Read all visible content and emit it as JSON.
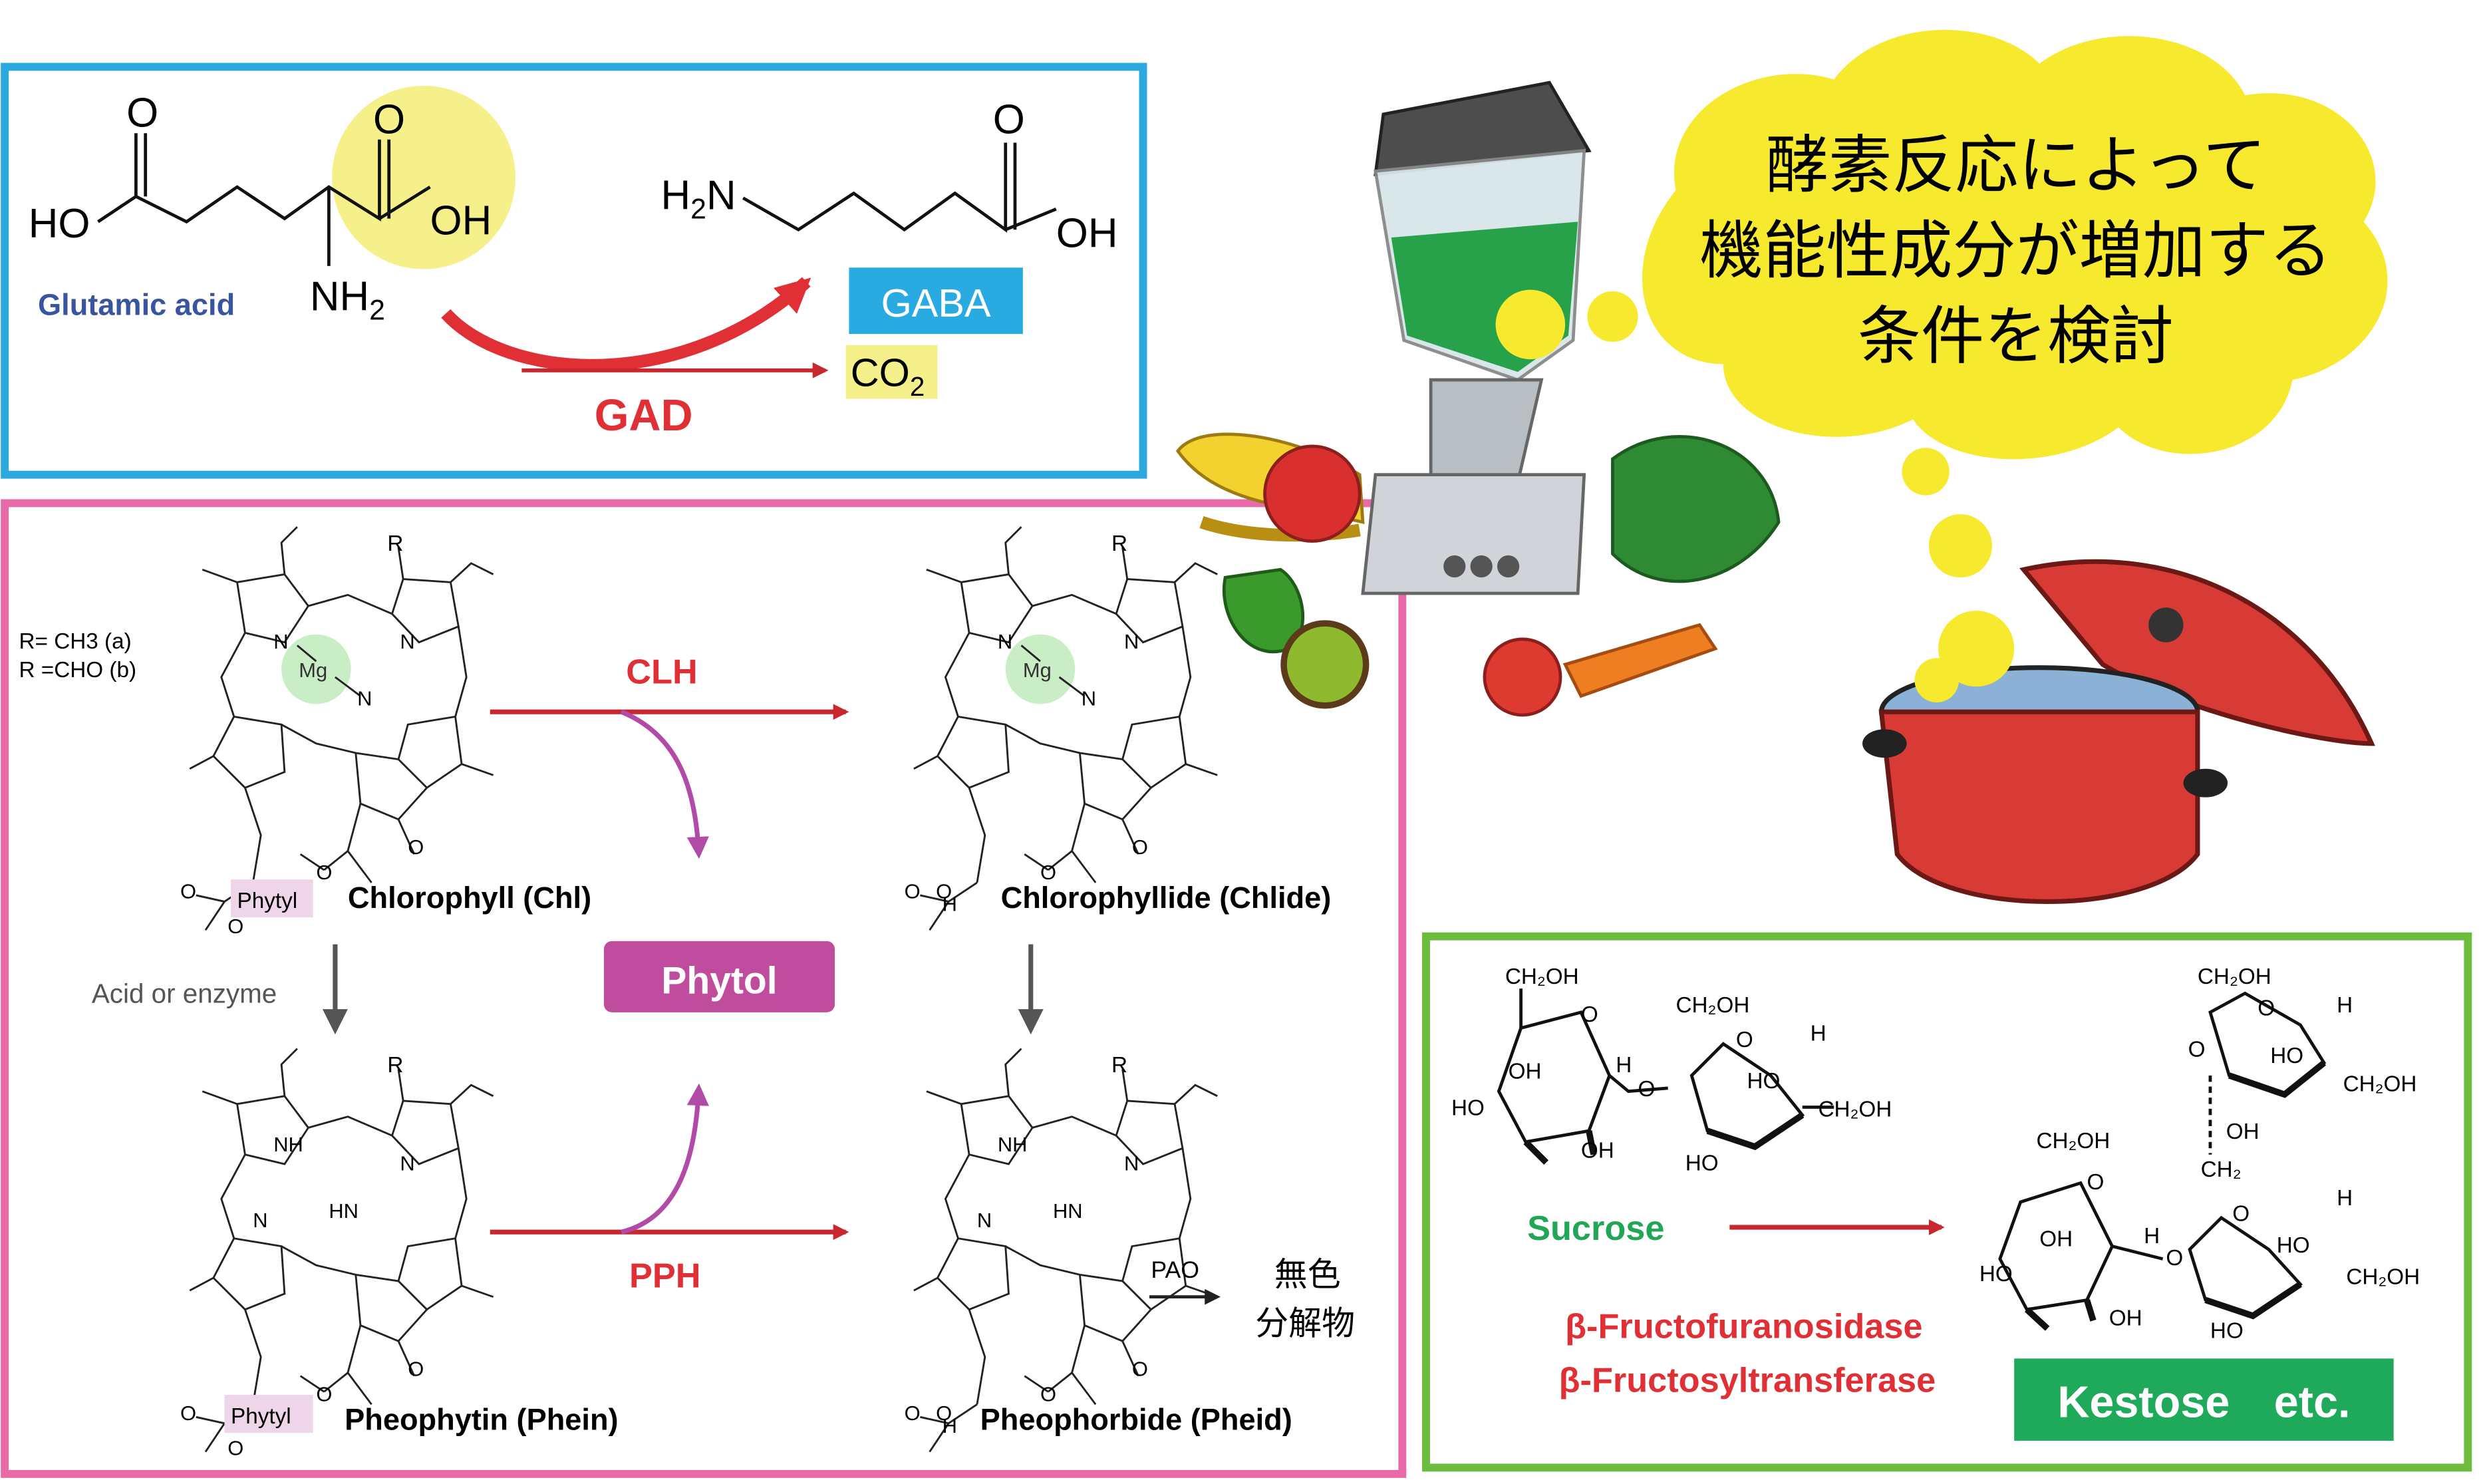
{
  "colors": {
    "blue_frame": "#2ba8e0",
    "pink_frame": "#e86aa6",
    "green_frame": "#6dbb3f",
    "red_arrow": "#c8272d",
    "purple_arrow": "#b24aa8",
    "highlight": "#f6f08a",
    "mg_circle": "#c9eec5",
    "phytyl_bg": "#eed5ea",
    "gaba_bg": "#29abe2",
    "phytol_bg": "#bf4c9c",
    "kestose_bg": "#1eaa5a",
    "cloud": "#f6e92e",
    "label_blue": "#3a55a0",
    "label_red": "#e03036",
    "label_green": "#21a657"
  },
  "gaba_panel": {
    "glutamic_acid": "Glutamic acid",
    "gaba_label": "GABA",
    "enzyme": "GAD",
    "co2": "CO",
    "co2_sub": "2",
    "ho": "HO",
    "oh": "OH",
    "o": "O",
    "nh": "NH",
    "h2n_h": "H",
    "h2n_n": "N",
    "sub2": "2"
  },
  "chl_panel": {
    "r_def_1": "R= CH3 (a)",
    "r_def_2": "R =CHO (b)",
    "r": "R",
    "mg": "Mg",
    "n": "N",
    "nh": "NH",
    "hn": "HN",
    "o": "O",
    "h": "H",
    "phytyl": "Phytyl",
    "chl": "Chlorophyll (Chl)",
    "chlide": "Chlorophyllide (Chlide)",
    "phein": "Pheophytin (Phein)",
    "pheid": "Pheophorbide (Pheid)",
    "clh": "CLH",
    "pph": "PPH",
    "phytol": "Phytol",
    "acid_enzyme": "Acid or enzyme",
    "pao": "PAO",
    "colorless_1": "無色",
    "colorless_2": "分解物"
  },
  "thought": {
    "line1": "酵素反応によって",
    "line2": "機能性成分が増加する",
    "line3": "条件を検討"
  },
  "sugar_panel": {
    "ch2oh": "CH₂OH",
    "ch2": "CH₂",
    "oh": "OH",
    "ho": "HO",
    "o": "O",
    "h": "H",
    "sucrose": "Sucrose",
    "enzyme1": "β-Fructofuranosidase",
    "enzyme2": "β-Fructosyltransferase",
    "kestose": "Kestose　etc."
  }
}
